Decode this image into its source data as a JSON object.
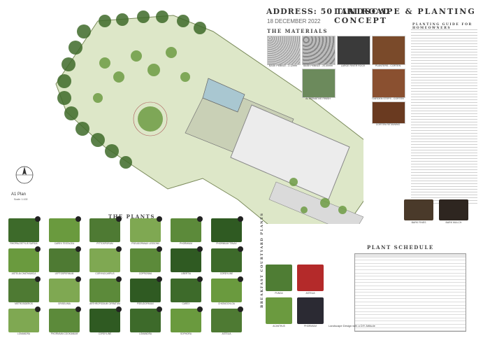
{
  "header": {
    "address": "ADDRESS: 50 TIRI ROAD",
    "title": "LANDSCAPE & PLANTING CONCEPT",
    "date": "18 DECEMBER 2022"
  },
  "sections": {
    "materials": "THE MATERIALS",
    "plants": "THE PLANTS",
    "schedule": "PLANT SCHEDULE",
    "guide": "PLANTING GUIDE FOR HOMEOWNERS",
    "courtyard": "BREAKFAST COURTYARD PLANTS",
    "plan": "A1 Plan",
    "plan_scale": "Scale: 1:100"
  },
  "materials": [
    {
      "label": "BASE PEBBLE - 2-12mm"
    },
    {
      "label": "BASE PEBBLE - 20-40mm"
    },
    {
      "label": "LARGE RIVER ROCK"
    },
    {
      "label": "PLANTERS - CORTEN"
    },
    {
      "label": "ALTERNATIVE FINISH"
    },
    {
      "label": "GARDEN STEPS - CORTEN"
    },
    {
      "label": "CORTEN RETAINING"
    }
  ],
  "plants": [
    {
      "label": "RHOPALOSTYLIS SAPIDA"
    },
    {
      "label": "CAREX TESTACEA"
    },
    {
      "label": "PITTOSPORUM"
    },
    {
      "label": "PSEUDOPANAX LESSONII"
    },
    {
      "label": "PHORMIUM"
    },
    {
      "label": "PHORMIUM TENAX"
    },
    {
      "label": "ASTELIA CHATHAMICA"
    },
    {
      "label": "LEPTOSPERMUM"
    },
    {
      "label": "CORYNOCARPUS"
    },
    {
      "label": "COPROSMA"
    },
    {
      "label": "LIBERTIA"
    },
    {
      "label": "CORDYLINE"
    },
    {
      "label": "METROSIDEROS"
    },
    {
      "label": "GRISELINIA"
    },
    {
      "label": "ARTHROPODIUM CIRRATUM"
    },
    {
      "label": "PSEUDOPANAX"
    },
    {
      "label": "CAREX"
    },
    {
      "label": "CHIONOCHLOA"
    },
    {
      "label": "LOMANDRA"
    },
    {
      "label": "PHORMIUM COOKIANUM"
    },
    {
      "label": "CORDYLINE"
    },
    {
      "label": "LOMANDRA"
    },
    {
      "label": "SOPHORA"
    },
    {
      "label": "ASTELIA"
    }
  ],
  "courtyard": [
    {
      "label": "PUNGA"
    },
    {
      "label": "ASTELIA"
    },
    {
      "label": "ACANTHUS"
    },
    {
      "label": "PHORMIUM"
    }
  ],
  "mulch": [
    {
      "label": "BARK FINES"
    },
    {
      "label": "BARK MULCH"
    }
  ],
  "footer": {
    "credit": "Landscape Design with a DIY Attitude"
  }
}
